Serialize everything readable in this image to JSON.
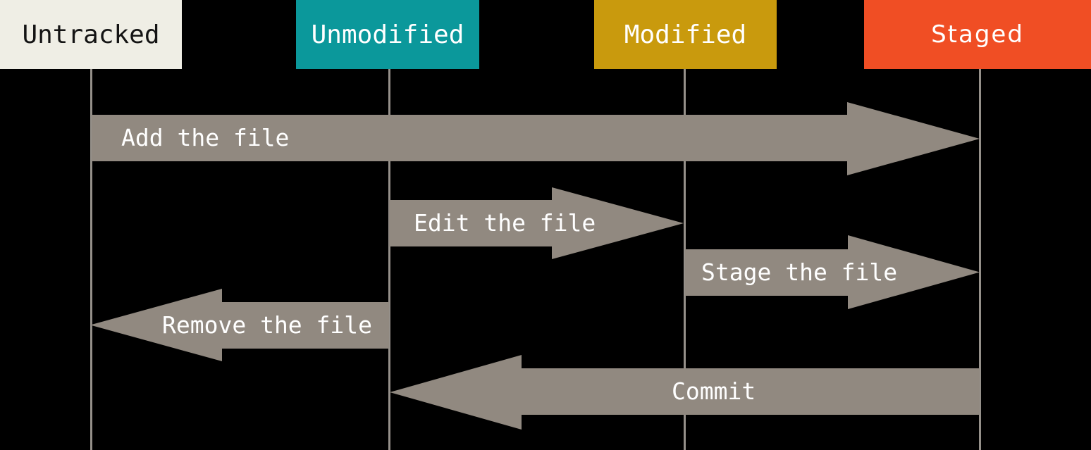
{
  "diagram": {
    "states": [
      {
        "id": "untracked",
        "label": "Untracked",
        "bg": "#EFEEE5",
        "fg": "#141414"
      },
      {
        "id": "unmodified",
        "label": "Unmodified",
        "bg": "#0B989B",
        "fg": "#FFFFFF"
      },
      {
        "id": "modified",
        "label": "Modified",
        "bg": "#C99A0D",
        "fg": "#FFFFFF"
      },
      {
        "id": "staged",
        "label": "Staged",
        "bg": "#F04E24",
        "fg": "#FFFFFF"
      }
    ],
    "transitions": [
      {
        "label": "Add the file",
        "from": "untracked",
        "to": "staged",
        "direction": "right"
      },
      {
        "label": "Edit the file",
        "from": "unmodified",
        "to": "modified",
        "direction": "right"
      },
      {
        "label": "Stage the file",
        "from": "modified",
        "to": "staged",
        "direction": "right"
      },
      {
        "label": "Remove the file",
        "from": "unmodified",
        "to": "untracked",
        "direction": "left"
      },
      {
        "label": "Commit",
        "from": "staged",
        "to": "unmodified",
        "direction": "left"
      }
    ],
    "colors": {
      "arrow": "#918980",
      "line": "#95908A",
      "background": "#000000",
      "arrow_label_text": "#FFFFFF"
    }
  }
}
